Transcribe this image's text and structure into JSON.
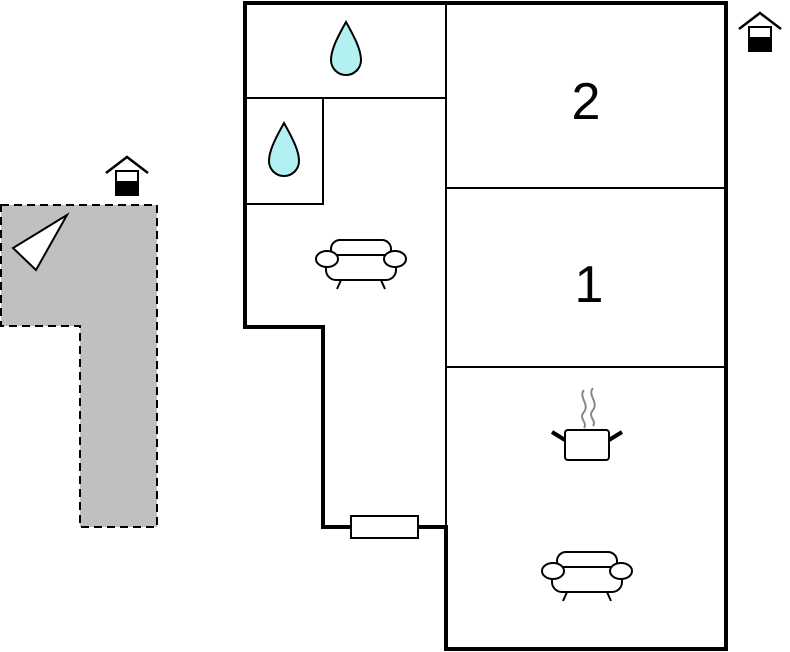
{
  "floorplan": {
    "rooms": [
      {
        "name": "bedroom-2",
        "label": "2"
      },
      {
        "name": "bedroom-1",
        "label": "1"
      }
    ],
    "icons": [
      "bathroom-drop-icon",
      "toilet-drop-icon",
      "living-sofa-icon",
      "kitchen-pot-icon",
      "kitchen-sofa-icon",
      "entrance-house-icon",
      "terrace-entrance-icon",
      "terrace-arrow-icon",
      "window-icon"
    ],
    "colors": {
      "wall": "#000000",
      "water_drop": "#b3f0f2",
      "terrace": "#c0c0c0"
    }
  }
}
